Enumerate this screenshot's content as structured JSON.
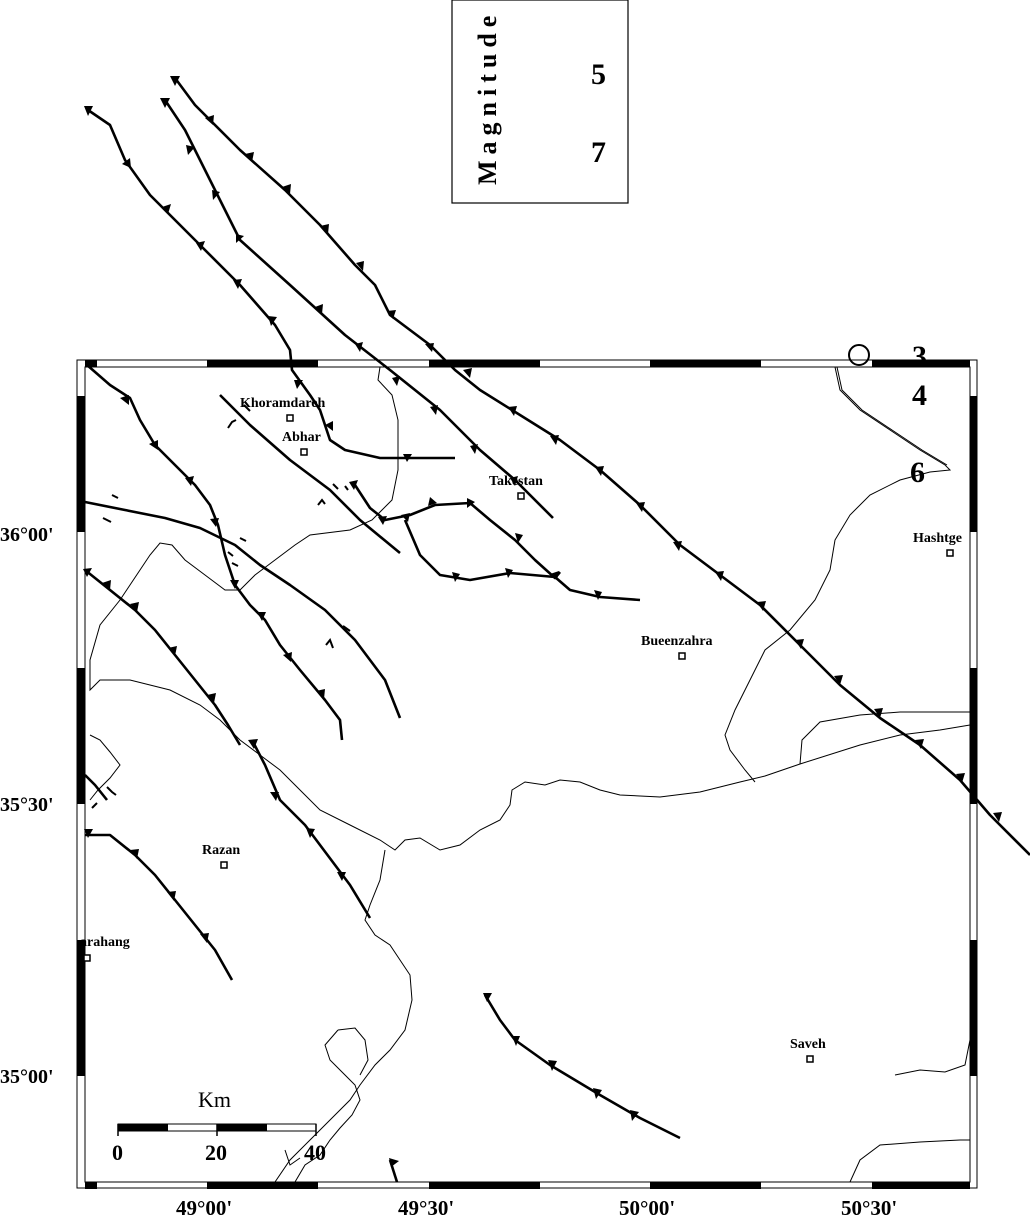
{
  "legend": {
    "title": "Magnitude",
    "values": [
      "3",
      "4",
      "5",
      "6",
      "7"
    ]
  },
  "cities": [
    {
      "name": "Khoramdareh"
    },
    {
      "name": "Abhar"
    },
    {
      "name": "Takestan"
    },
    {
      "name": "Hashtge"
    },
    {
      "name": "Bueenzahra"
    },
    {
      "name": "Razan"
    },
    {
      "name": "arahang"
    },
    {
      "name": "Saveh"
    }
  ],
  "axes": {
    "lat_labels": [
      "36°00'",
      "35°30'",
      "35°00'"
    ],
    "lon_labels": [
      "49°00'",
      "49°30'",
      "50°00'",
      "50°30'"
    ]
  },
  "scalebar": {
    "unit": "Km",
    "ticks": [
      "0",
      "20",
      "40"
    ]
  },
  "colors": {
    "ink": "#000000",
    "background": "#ffffff"
  }
}
